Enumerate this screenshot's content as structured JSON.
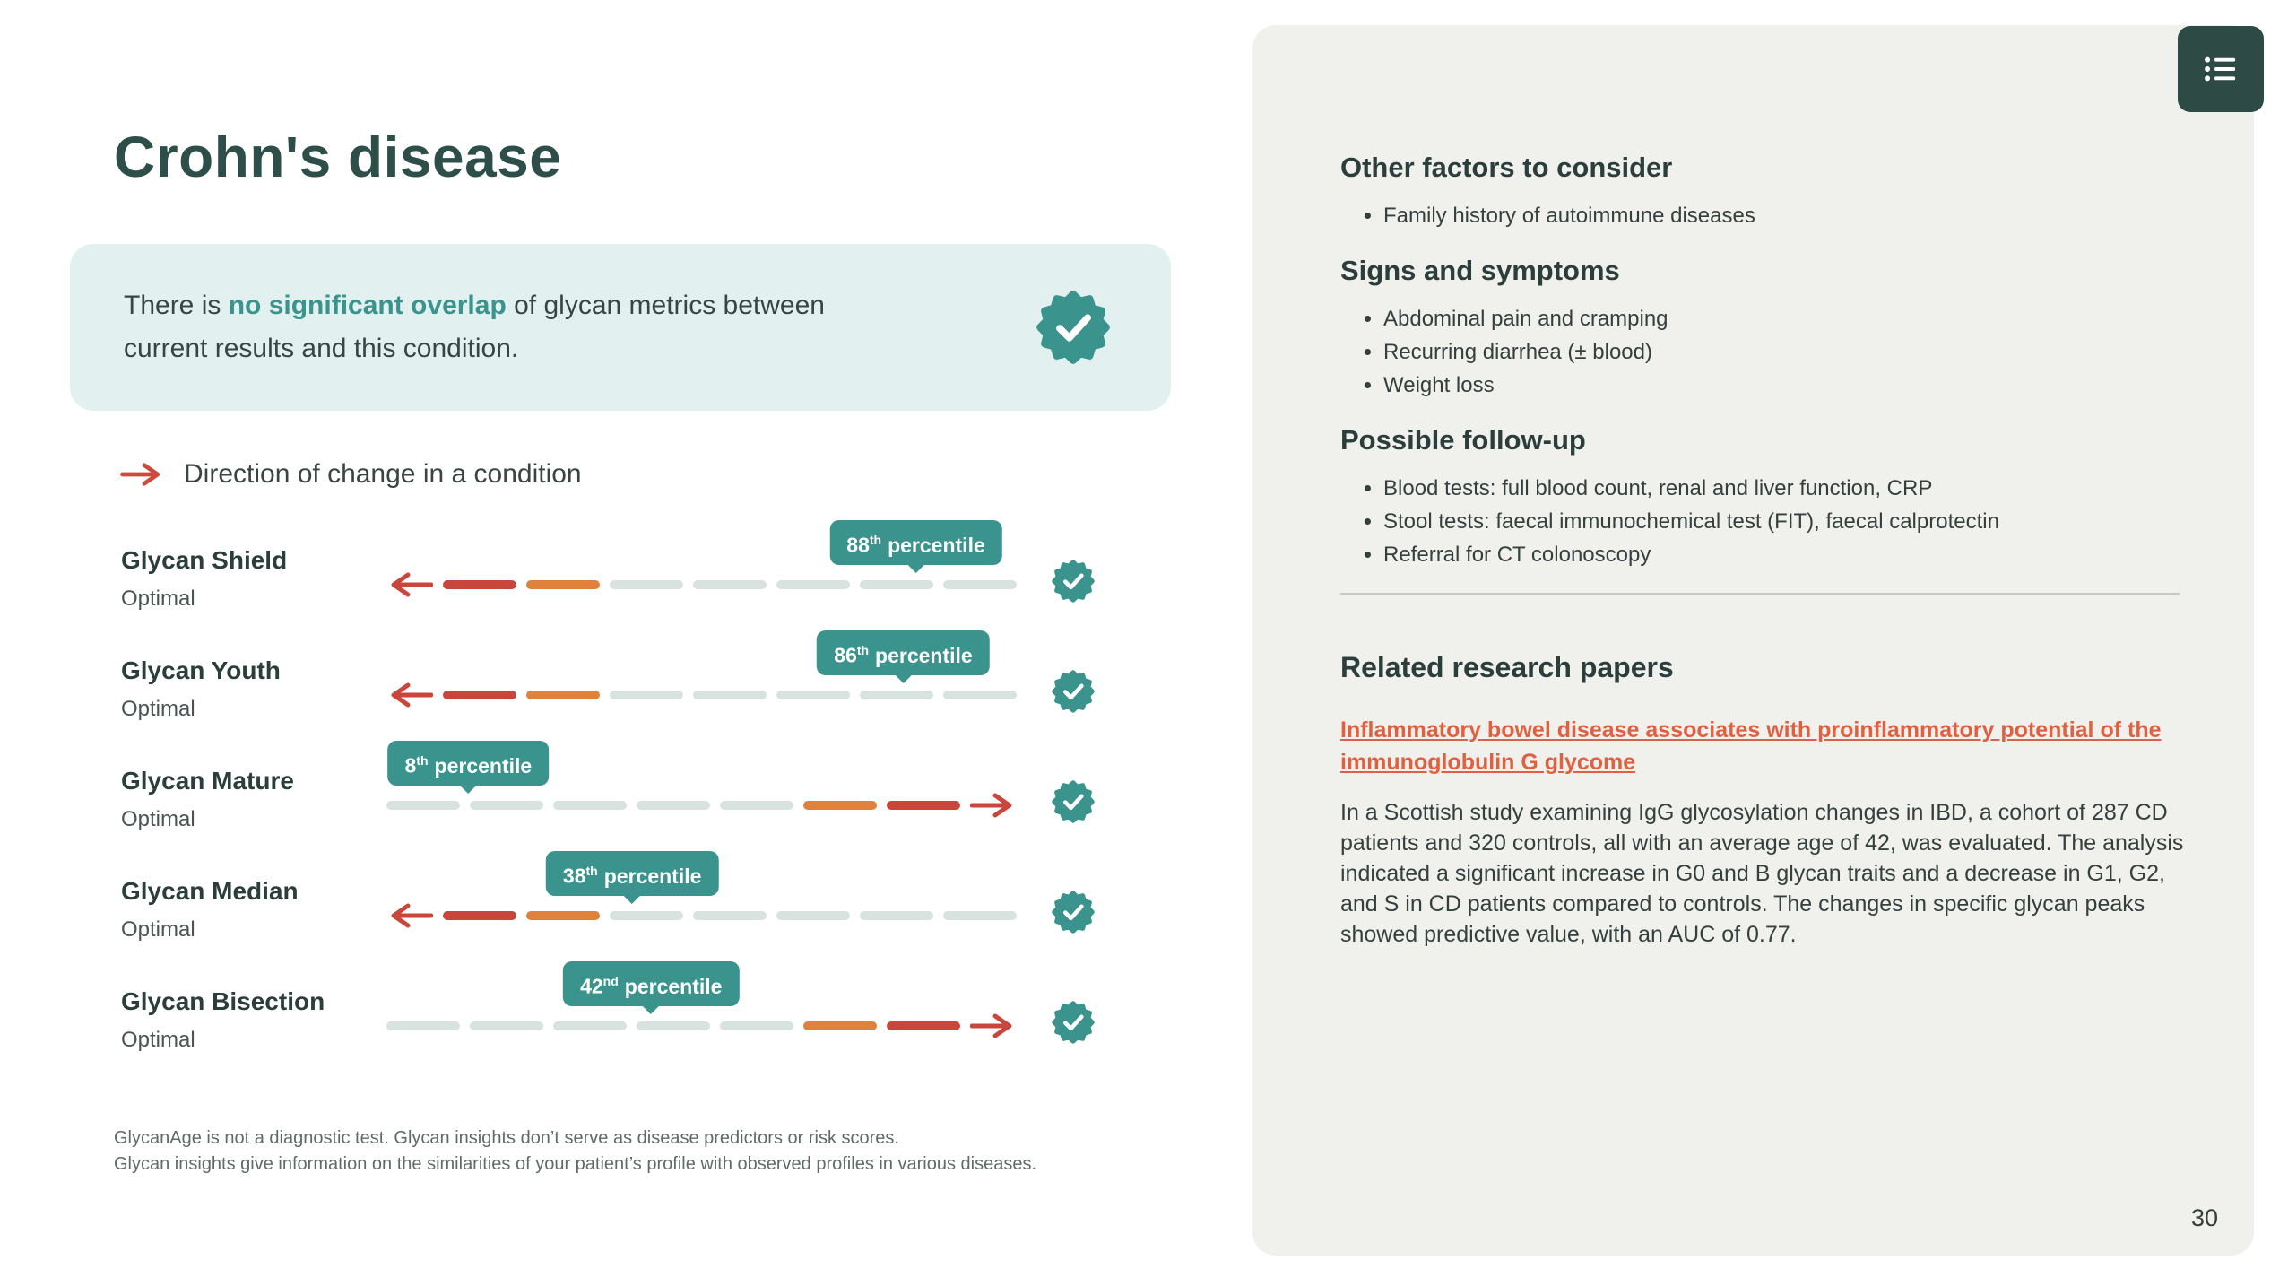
{
  "page": {
    "title": "Crohn's disease",
    "page_number": "30"
  },
  "banner": {
    "prefix": "There is ",
    "highlight": "no significant overlap",
    "suffix": " of glycan metrics between current results and this condition."
  },
  "legend": {
    "label": "Direction of change in a condition"
  },
  "metrics": [
    {
      "name": "Glycan Shield",
      "status": "Optimal",
      "percentile_value": "88",
      "percentile_suffix": "th",
      "percentile_label": "percentile",
      "direction": "left",
      "position_pct": 84
    },
    {
      "name": "Glycan Youth",
      "status": "Optimal",
      "percentile_value": "86",
      "percentile_suffix": "th",
      "percentile_label": "percentile",
      "direction": "left",
      "position_pct": 82
    },
    {
      "name": "Glycan Mature",
      "status": "Optimal",
      "percentile_value": "8",
      "percentile_suffix": "th",
      "percentile_label": "percentile",
      "direction": "right",
      "position_pct": 13
    },
    {
      "name": "Glycan Median",
      "status": "Optimal",
      "percentile_value": "38",
      "percentile_suffix": "th",
      "percentile_label": "percentile",
      "direction": "left",
      "position_pct": 39
    },
    {
      "name": "Glycan Bisection",
      "status": "Optimal",
      "percentile_value": "42",
      "percentile_suffix": "nd",
      "percentile_label": "percentile",
      "direction": "right",
      "position_pct": 42
    }
  ],
  "footnote": {
    "line1": "GlycanAge is not a diagnostic test. Glycan insights don’t serve as disease predictors or risk scores.",
    "line2": "Glycan insights give information on the similarities of your patient’s profile with observed profiles in various diseases."
  },
  "sidebar": {
    "sections": [
      {
        "heading": "Other factors to consider",
        "items": [
          "Family history of autoimmune diseases"
        ]
      },
      {
        "heading": "Signs and symptoms",
        "items": [
          "Abdominal pain and cramping",
          "Recurring diarrhea (± blood)",
          "Weight loss"
        ]
      },
      {
        "heading": "Possible follow-up",
        "items": [
          "Blood tests: full blood count, renal and liver function, CRP",
          "Stool tests: faecal immunochemical test (FIT), faecal calprotectin",
          "Referral for CT colonoscopy"
        ]
      }
    ],
    "research": {
      "heading": "Related research papers",
      "link": "Inflammatory bowel disease associates with proinflammatory potential of the immunoglobulin G glycome",
      "abstract": "In a Scottish study examining IgG glycosylation changes in IBD, a cohort of 287 CD patients and 320 controls, all with an average age of 42, was evaluated. The analysis indicated a significant increase in G0 and B glycan traits and a decrease in G1, G2, and S in CD patients compared to controls. The changes in specific glycan peaks showed predictive value, with an AUC of 0.77."
    }
  },
  "colors": {
    "accent_teal": "#3a948d",
    "dark_teal": "#2e4f49",
    "red": "#c8463c",
    "orange": "#e0813c",
    "track_gray": "#d8e2df",
    "banner_bg": "#e2f1ef",
    "panel_bg": "#f0f0ed",
    "link_orange": "#e0603f"
  }
}
